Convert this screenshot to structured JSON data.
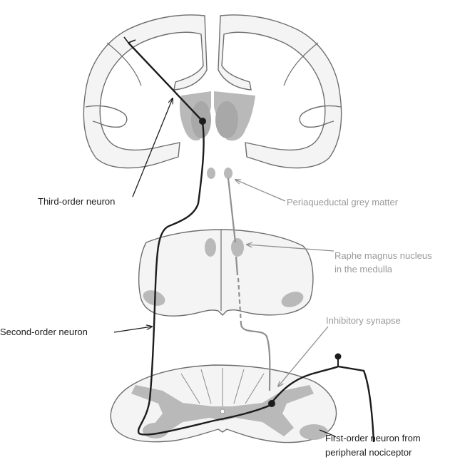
{
  "labels": {
    "third_order": "Third-order neuron",
    "periaqueductal": "Periaqueductal grey matter",
    "raphe_line1": "Raphe magnus nucleus",
    "raphe_line2": "in the medulla",
    "inhibitory": "Inhibitory synapse",
    "second_order": "Second-order neuron",
    "first_order_line1": "First-order neuron from",
    "first_order_line2": "peripheral nociceptor"
  },
  "colors": {
    "pathway": "#1c1c1c",
    "descending": "#8f8f8f",
    "grey_matter": "#b9b9b9",
    "outline": "#6e6e6e",
    "tissue": "#f4f4f4"
  }
}
